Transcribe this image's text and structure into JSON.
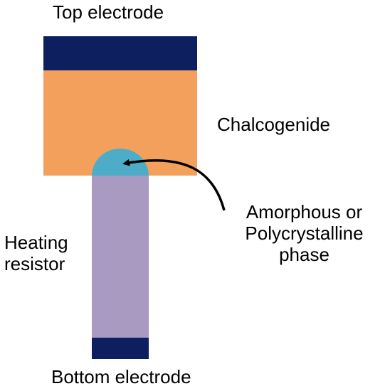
{
  "labels": {
    "top_electrode": "Top electrode",
    "chalcogenide": "Chalcogenide",
    "phase_line1": "Amorphous or",
    "phase_line2": "Polycrystalline",
    "phase_line3": "phase",
    "heating_line1": "Heating",
    "heating_line2": "resistor",
    "bottom_electrode": "Bottom electrode"
  },
  "colors": {
    "electrode": "#0d1f5e",
    "chalcogenide": "#f4a05d",
    "heating_resistor": "#a99ac2",
    "active_region": "#4dadc9",
    "arrow": "#000000"
  }
}
